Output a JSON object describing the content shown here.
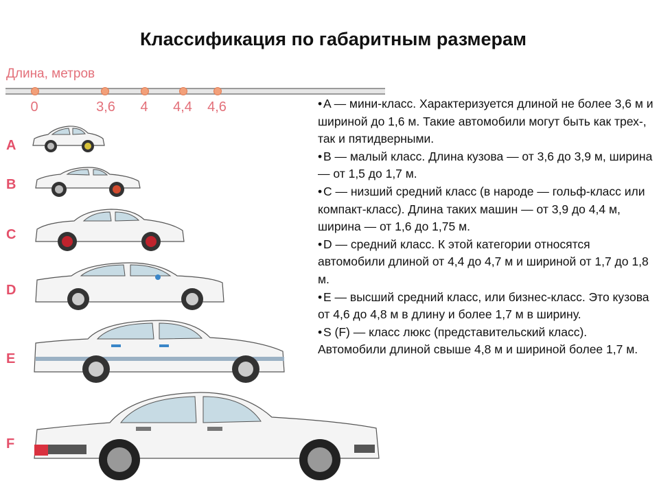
{
  "title": "Классификация по габаритным размерам",
  "scale": {
    "label": "Длина, метров",
    "ticks": [
      "0",
      "3,6",
      "4",
      "4,4",
      "4,6"
    ]
  },
  "classes": [
    {
      "letter": "A",
      "text": "A — мини-класс. Характеризуется длиной не более 3,6 м и шириной до 1,6 м. Такие автомобили могут быть как трех-, так и пятидверными."
    },
    {
      "letter": "B",
      "text": "B — малый класс. Длина кузова — от 3,6 до 3,9 м, ширина — от 1,5 до 1,7 м."
    },
    {
      "letter": "C",
      "text": "C — низший средний класс (в народе — гольф-класс или компакт-класс). Длина таких машин — от 3,9 до 4,4 м, ширина — от 1,6 до 1,75 м."
    },
    {
      "letter": "D",
      "text": "D — средний класс. К этой категории относятся автомобили длиной от 4,4 до 4,7 м и шириной от 1,7 до 1,8 м."
    },
    {
      "letter": "E",
      "text": "E — высший средний класс, или бизнес-класс. Это кузова от 4,6 до 4,8 м в длину и более 1,7 м в ширину."
    },
    {
      "letter": "F",
      "text": "S (F) — класс люкс (представительский класс). Автомобили длиной свыше 4,8 м и шириной более 1,7 м."
    }
  ],
  "colors": {
    "accent": "#e4506a",
    "scale_text": "#e3707a",
    "dot": "#f2a07a"
  },
  "icons": [
    "car-a-icon",
    "car-b-icon",
    "car-c-icon",
    "car-d-icon",
    "car-e-icon",
    "car-f-icon"
  ]
}
